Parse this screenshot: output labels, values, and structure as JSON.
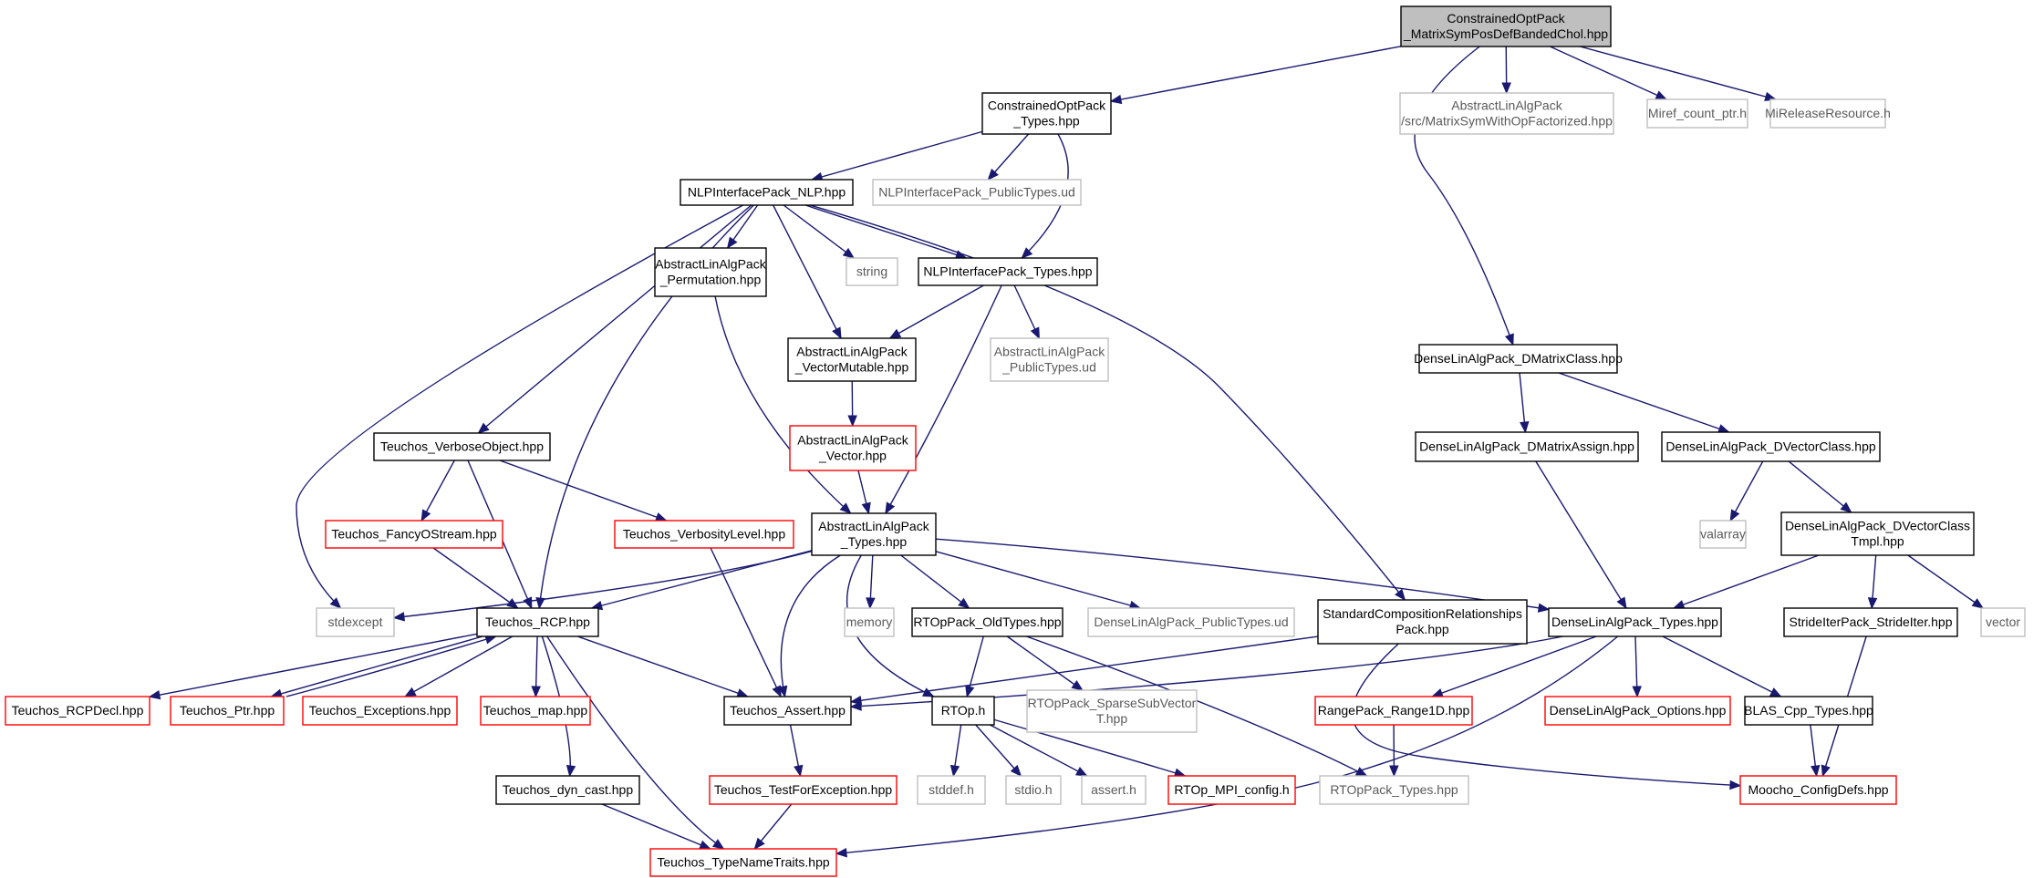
{
  "colors": {
    "edge": "#191970",
    "root_fill": "#bfbfbf",
    "documented": "#000000",
    "incomplete": "#ff0000",
    "undocumented": "#bfbfbf"
  },
  "nodes": [
    {
      "id": "root",
      "style": "root",
      "lines": [
        "ConstrainedOptPack",
        "_MatrixSymPosDefBandedChol.hpp"
      ]
    },
    {
      "id": "cop_types",
      "style": "black",
      "lines": [
        "ConstrainedOptPack",
        "_Types.hpp"
      ]
    },
    {
      "id": "alap_msw",
      "style": "gray",
      "lines": [
        "AbstractLinAlgPack",
        "/src/MatrixSymWithOpFactorized.hpp"
      ]
    },
    {
      "id": "miref",
      "style": "gray",
      "lines": [
        "Miref_count_ptr.h"
      ]
    },
    {
      "id": "mirelease",
      "style": "gray",
      "lines": [
        "MiReleaseResource.h"
      ]
    },
    {
      "id": "nlp",
      "style": "black",
      "lines": [
        "NLPInterfacePack_NLP.hpp"
      ]
    },
    {
      "id": "nlp_pub",
      "style": "gray",
      "lines": [
        "NLPInterfacePack_PublicTypes.ud"
      ]
    },
    {
      "id": "alap_perm",
      "style": "black",
      "lines": [
        "AbstractLinAlgPack",
        "_Permutation.hpp"
      ]
    },
    {
      "id": "string",
      "style": "gray",
      "lines": [
        "string"
      ]
    },
    {
      "id": "nlp_types",
      "style": "black",
      "lines": [
        "NLPInterfacePack_Types.hpp"
      ]
    },
    {
      "id": "alap_vm",
      "style": "black",
      "lines": [
        "AbstractLinAlgPack",
        "_VectorMutable.hpp"
      ]
    },
    {
      "id": "alap_pub",
      "style": "gray",
      "lines": [
        "AbstractLinAlgPack",
        "_PublicTypes.ud"
      ]
    },
    {
      "id": "dla_dmc",
      "style": "black",
      "lines": [
        "DenseLinAlgPack_DMatrixClass.hpp"
      ]
    },
    {
      "id": "alap_vec",
      "style": "red",
      "lines": [
        "AbstractLinAlgPack",
        "_Vector.hpp"
      ]
    },
    {
      "id": "verbose",
      "style": "black",
      "lines": [
        "Teuchos_VerboseObject.hpp"
      ]
    },
    {
      "id": "dla_dma",
      "style": "black",
      "lines": [
        "DenseLinAlgPack_DMatrixAssign.hpp"
      ]
    },
    {
      "id": "dla_dvc",
      "style": "black",
      "lines": [
        "DenseLinAlgPack_DVectorClass.hpp"
      ]
    },
    {
      "id": "fancy",
      "style": "red",
      "lines": [
        "Teuchos_FancyOStream.hpp"
      ]
    },
    {
      "id": "verbosity",
      "style": "red",
      "lines": [
        "Teuchos_VerbosityLevel.hpp"
      ]
    },
    {
      "id": "alap_types",
      "style": "black",
      "lines": [
        "AbstractLinAlgPack",
        "_Types.hpp"
      ]
    },
    {
      "id": "valarray",
      "style": "gray",
      "lines": [
        "valarray"
      ]
    },
    {
      "id": "dla_dvct",
      "style": "black",
      "lines": [
        "DenseLinAlgPack_DVectorClass",
        "Tmpl.hpp"
      ]
    },
    {
      "id": "stdexcept",
      "style": "gray",
      "lines": [
        "stdexcept"
      ]
    },
    {
      "id": "rcp",
      "style": "black",
      "lines": [
        "Teuchos_RCP.hpp"
      ]
    },
    {
      "id": "memory",
      "style": "gray",
      "lines": [
        "memory"
      ]
    },
    {
      "id": "rtop_old",
      "style": "black",
      "lines": [
        "RTOpPack_OldTypes.hpp"
      ]
    },
    {
      "id": "dla_pub",
      "style": "gray",
      "lines": [
        "DenseLinAlgPack_PublicTypes.ud"
      ]
    },
    {
      "id": "scr",
      "style": "black",
      "lines": [
        "StandardCompositionRelationships",
        "Pack.hpp"
      ]
    },
    {
      "id": "dla_types",
      "style": "black",
      "lines": [
        "DenseLinAlgPack_Types.hpp"
      ]
    },
    {
      "id": "stride",
      "style": "black",
      "lines": [
        "StrideIterPack_StrideIter.hpp"
      ]
    },
    {
      "id": "vector",
      "style": "gray",
      "lines": [
        "vector"
      ]
    },
    {
      "id": "rcpdecl",
      "style": "red",
      "lines": [
        "Teuchos_RCPDecl.hpp"
      ]
    },
    {
      "id": "ptr",
      "style": "red",
      "lines": [
        "Teuchos_Ptr.hpp"
      ]
    },
    {
      "id": "exceptions",
      "style": "red",
      "lines": [
        "Teuchos_Exceptions.hpp"
      ]
    },
    {
      "id": "map",
      "style": "red",
      "lines": [
        "Teuchos_map.hpp"
      ]
    },
    {
      "id": "assert",
      "style": "black",
      "lines": [
        "Teuchos_Assert.hpp"
      ]
    },
    {
      "id": "rtop",
      "style": "black",
      "lines": [
        "RTOp.h"
      ]
    },
    {
      "id": "rtop_ssv",
      "style": "gray",
      "lines": [
        "RTOpPack_SparseSubVector",
        "T.hpp"
      ]
    },
    {
      "id": "range",
      "style": "red",
      "lines": [
        "RangePack_Range1D.hpp"
      ]
    },
    {
      "id": "dla_opt",
      "style": "red",
      "lines": [
        "DenseLinAlgPack_Options.hpp"
      ]
    },
    {
      "id": "blas",
      "style": "black",
      "lines": [
        "BLAS_Cpp_Types.hpp"
      ]
    },
    {
      "id": "dyncast",
      "style": "black",
      "lines": [
        "Teuchos_dyn_cast.hpp"
      ]
    },
    {
      "id": "tfe",
      "style": "red",
      "lines": [
        "Teuchos_TestForException.hpp"
      ]
    },
    {
      "id": "stddef",
      "style": "gray",
      "lines": [
        "stddef.h"
      ]
    },
    {
      "id": "stdio",
      "style": "gray",
      "lines": [
        "stdio.h"
      ]
    },
    {
      "id": "asserth",
      "style": "gray",
      "lines": [
        "assert.h"
      ]
    },
    {
      "id": "mpi",
      "style": "red",
      "lines": [
        "RTOp_MPI_config.h"
      ]
    },
    {
      "id": "rtop_types",
      "style": "gray",
      "lines": [
        "RTOpPack_Types.hpp"
      ]
    },
    {
      "id": "moocho",
      "style": "red",
      "lines": [
        "Moocho_ConfigDefs.hpp"
      ]
    },
    {
      "id": "tnt",
      "style": "red",
      "lines": [
        "Teuchos_TypeNameTraits.hpp"
      ]
    }
  ],
  "edges": [
    [
      "root",
      "cop_types"
    ],
    [
      "root",
      "alap_msw"
    ],
    [
      "root",
      "miref"
    ],
    [
      "root",
      "mirelease"
    ],
    [
      "root",
      "dla_dmc"
    ],
    [
      "cop_types",
      "nlp"
    ],
    [
      "cop_types",
      "nlp_pub"
    ],
    [
      "cop_types",
      "nlp_types"
    ],
    [
      "nlp",
      "alap_perm"
    ],
    [
      "nlp",
      "string"
    ],
    [
      "nlp",
      "nlp_types"
    ],
    [
      "nlp",
      "alap_vm"
    ],
    [
      "nlp",
      "verbose"
    ],
    [
      "nlp",
      "stdexcept"
    ],
    [
      "nlp",
      "rcp"
    ],
    [
      "nlp",
      "scr"
    ],
    [
      "nlp_types",
      "alap_vm"
    ],
    [
      "nlp_types",
      "alap_pub"
    ],
    [
      "nlp_types",
      "alap_types"
    ],
    [
      "alap_perm",
      "alap_types"
    ],
    [
      "alap_vm",
      "alap_vec"
    ],
    [
      "alap_vec",
      "alap_types"
    ],
    [
      "dla_dmc",
      "dla_dma"
    ],
    [
      "dla_dmc",
      "dla_dvc"
    ],
    [
      "dla_dma",
      "dla_types"
    ],
    [
      "dla_dvc",
      "valarray"
    ],
    [
      "dla_dvc",
      "dla_dvct"
    ],
    [
      "dla_dvct",
      "dla_types"
    ],
    [
      "dla_dvct",
      "stride"
    ],
    [
      "dla_dvct",
      "vector"
    ],
    [
      "verbose",
      "fancy"
    ],
    [
      "verbose",
      "verbosity"
    ],
    [
      "verbose",
      "rcp"
    ],
    [
      "fancy",
      "rcp"
    ],
    [
      "verbosity",
      "assert"
    ],
    [
      "alap_types",
      "stdexcept"
    ],
    [
      "alap_types",
      "rcp"
    ],
    [
      "alap_types",
      "memory"
    ],
    [
      "alap_types",
      "rtop_old"
    ],
    [
      "alap_types",
      "dla_pub"
    ],
    [
      "alap_types",
      "dla_types"
    ],
    [
      "alap_types",
      "assert"
    ],
    [
      "alap_types",
      "rtop"
    ],
    [
      "rcp",
      "rcpdecl"
    ],
    [
      "rcp",
      "ptr"
    ],
    [
      "rcp",
      "exceptions"
    ],
    [
      "rcp",
      "map"
    ],
    [
      "rcp",
      "assert"
    ],
    [
      "rcp",
      "dyncast"
    ],
    [
      "rcp",
      "tnt"
    ],
    [
      "ptr",
      "rcp"
    ],
    [
      "rtop_old",
      "rtop"
    ],
    [
      "rtop_old",
      "rtop_ssv"
    ],
    [
      "rtop_old",
      "rtop_types"
    ],
    [
      "scr",
      "assert"
    ],
    [
      "scr",
      "moocho"
    ],
    [
      "dla_types",
      "assert"
    ],
    [
      "dla_types",
      "range"
    ],
    [
      "dla_types",
      "dla_opt"
    ],
    [
      "dla_types",
      "blas"
    ],
    [
      "dla_types",
      "tnt"
    ],
    [
      "stride",
      "moocho"
    ],
    [
      "blas",
      "moocho"
    ],
    [
      "range",
      "rtop_types"
    ],
    [
      "assert",
      "tfe"
    ],
    [
      "tfe",
      "tnt"
    ],
    [
      "dyncast",
      "tnt"
    ],
    [
      "rtop",
      "stddef"
    ],
    [
      "rtop",
      "stdio"
    ],
    [
      "rtop",
      "asserth"
    ],
    [
      "rtop",
      "mpi"
    ]
  ]
}
